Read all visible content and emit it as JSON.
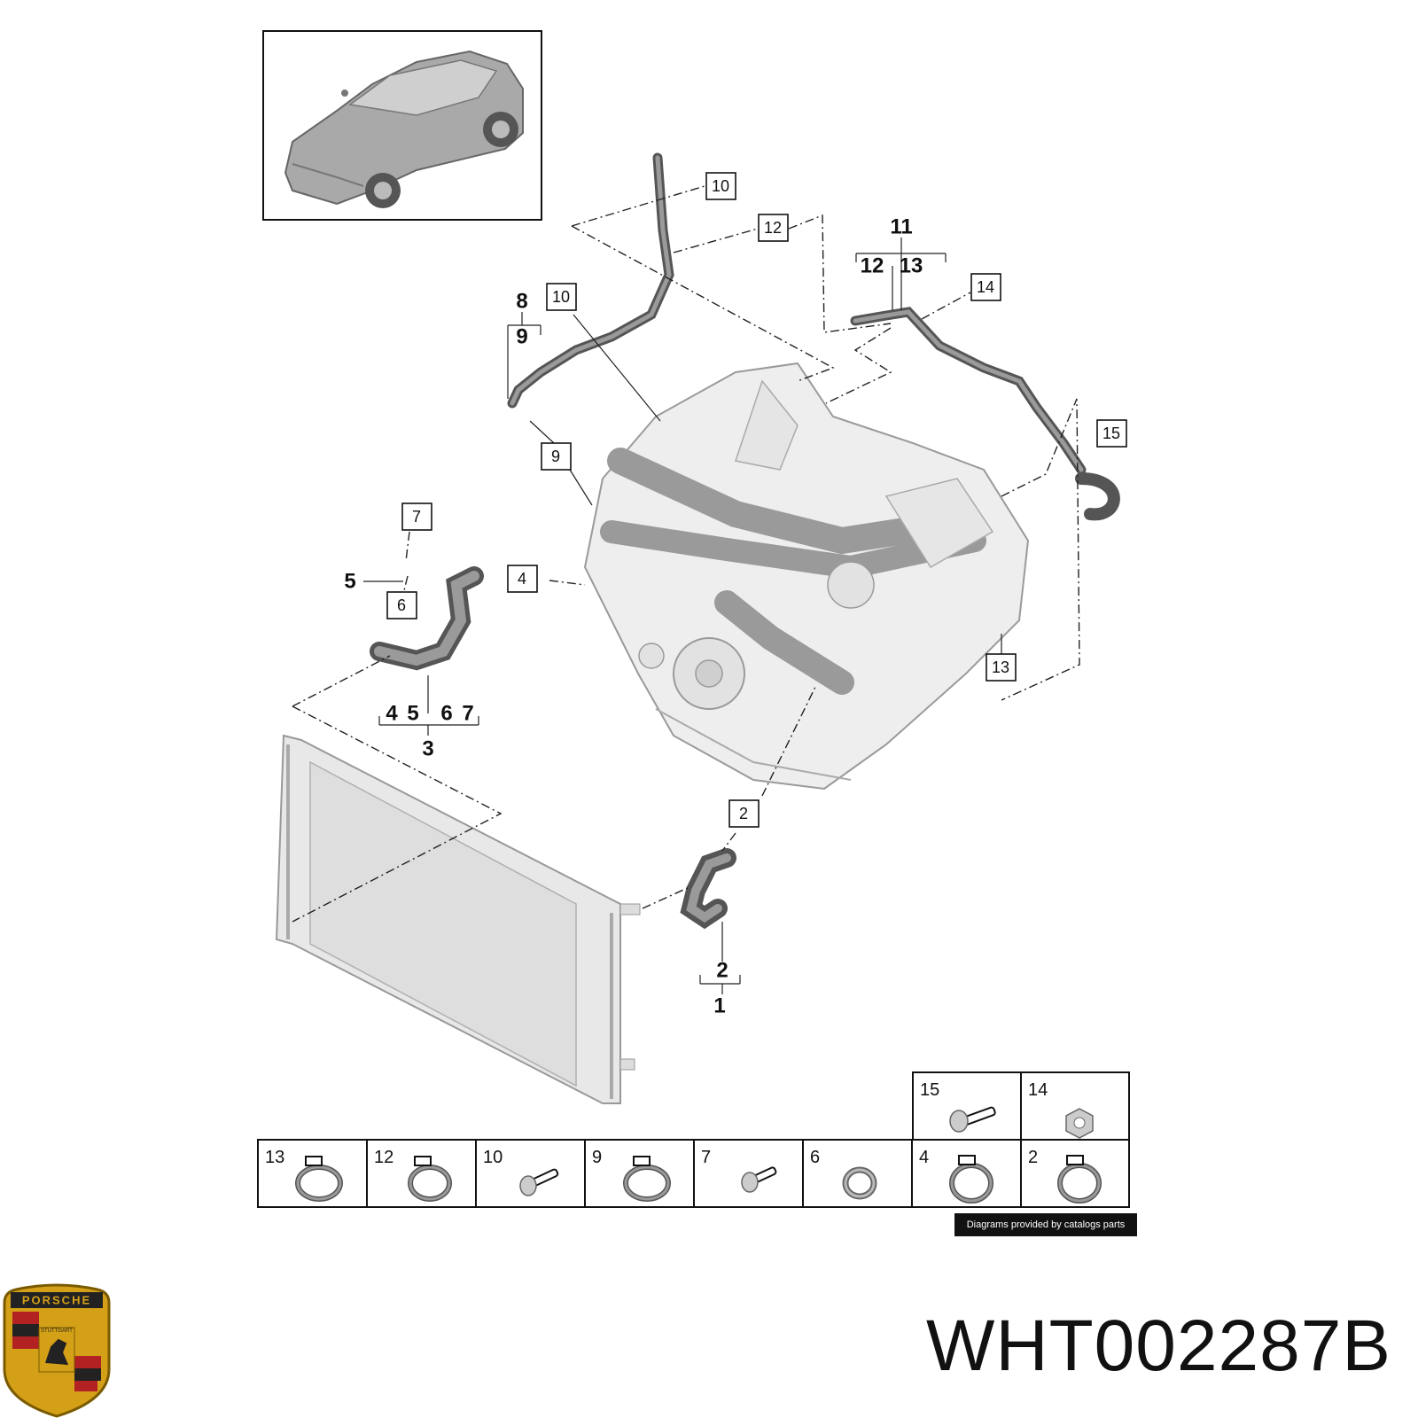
{
  "part_number": "WHT002287B",
  "credit": "Diagrams provided by catalogs parts",
  "brand": {
    "logo_text": "PORSCHE",
    "city_text": "STUTTGART"
  },
  "callouts": {
    "c10a": "10",
    "c12a": "12",
    "c11": "11",
    "c12b": "12",
    "c13b": "13",
    "c14": "14",
    "c8": "8",
    "c9b": "9",
    "c10b": "10",
    "c9c": "9",
    "c15": "15",
    "c7": "7",
    "c5": "5",
    "c6": "6",
    "c4": "4",
    "c13c": "13",
    "c4b": "4",
    "c5b": "5",
    "c6b": "6",
    "c7b": "7",
    "c3": "3",
    "c2": "2",
    "c2b": "2",
    "c1": "1"
  },
  "legend_top": [
    "15",
    "14"
  ],
  "legend_bottom": [
    "13",
    "12",
    "10",
    "9",
    "7",
    "6",
    "4",
    "2"
  ]
}
